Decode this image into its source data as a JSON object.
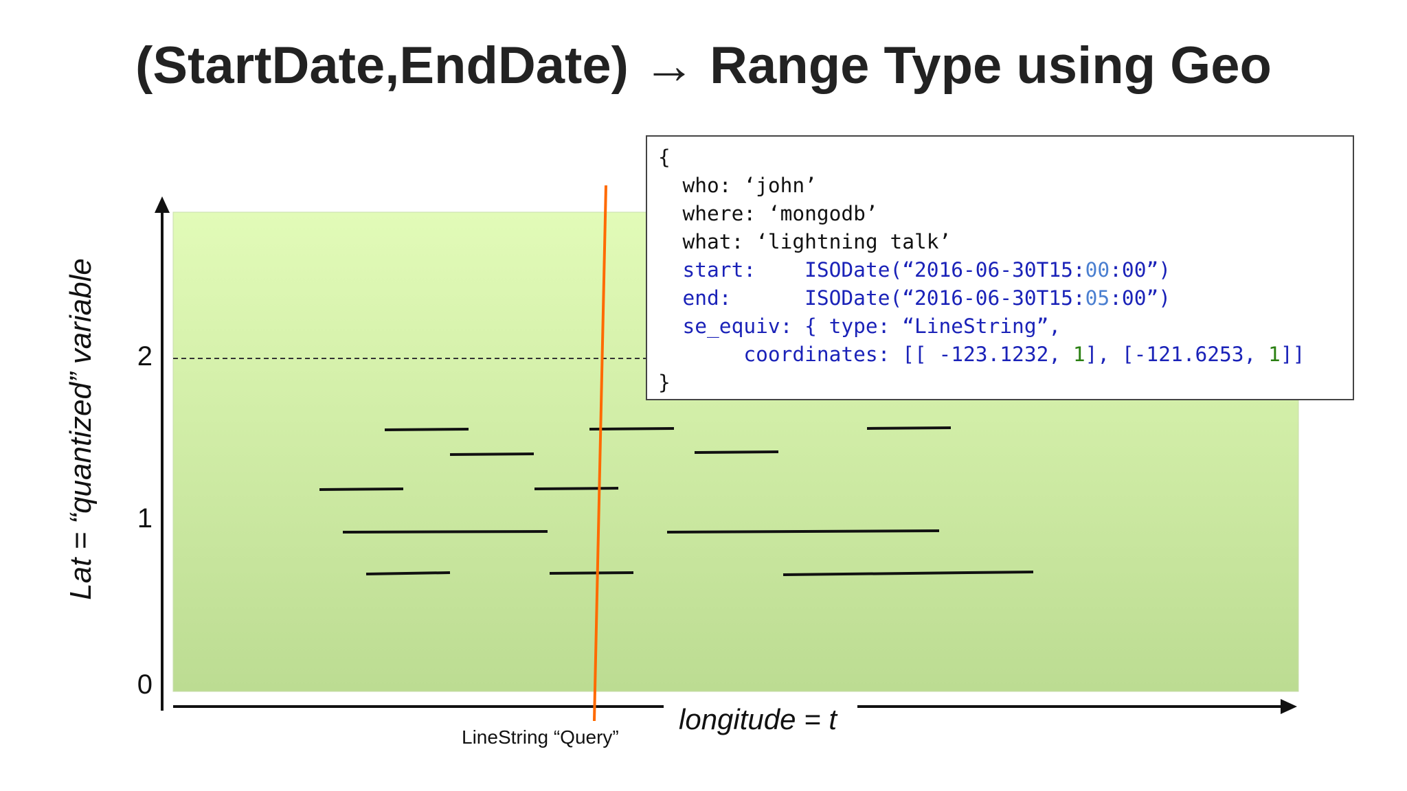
{
  "title": "(StartDate,EndDate) → Range Type using Geo",
  "axes": {
    "y_label": "Lat = “quantized” variable",
    "x_label": "longitude = t",
    "y_ticks": [
      "0",
      "1",
      "2"
    ]
  },
  "query_label": "LineString “Query”",
  "code": {
    "open_brace": "{",
    "who": "  who: ‘john’",
    "where": "  where: ‘mongodb’",
    "what": "  what: ‘lightning talk’",
    "start_key": "  start:    ",
    "start_pre": "ISODate(“2016-06-30T15:",
    "start_mid": "00",
    "start_post": ":00”)",
    "end_key": "  end:      ",
    "end_pre": "ISODate(“2016-06-30T15:",
    "end_mid": "05",
    "end_post": ":00”)",
    "se_equiv": "  se_equiv: { type: “LineString”,",
    "coords_pre": "       coordinates: [[ -123.1232, ",
    "coords_one_a": "1",
    "coords_mid": "], [-121.6253, ",
    "coords_one_b": "1",
    "coords_post": "]]",
    "close_brace": "}"
  },
  "colors": {
    "plot_fill_top": "#e2fbb8",
    "plot_fill_bottom": "#bcdc92",
    "query_line": "#ff6a00",
    "code_blue": "#1a22b8",
    "code_green": "#2a7f12"
  }
}
